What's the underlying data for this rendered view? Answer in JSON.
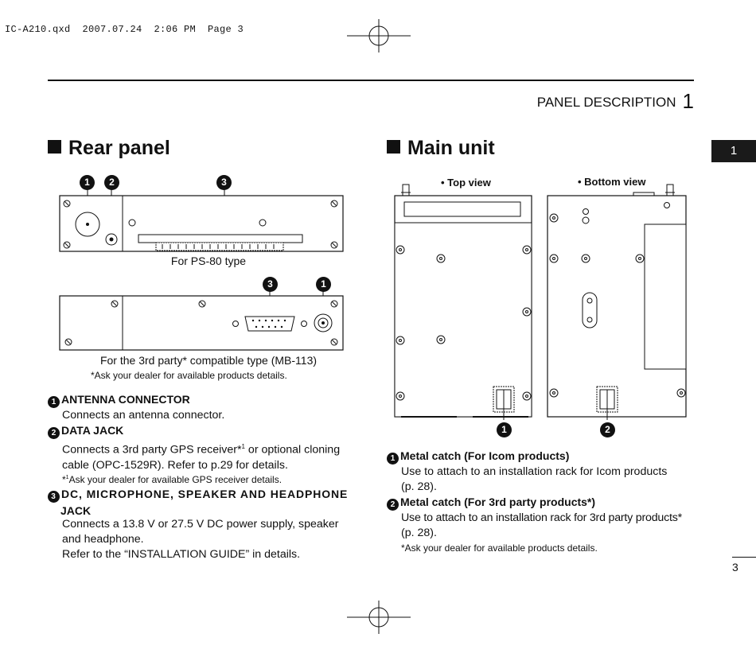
{
  "slug": "IC-A210.qxd  2007.07.24  2:06 PM  Page 3",
  "header": {
    "section": "PANEL DESCRIPTION",
    "chapter_num": "1"
  },
  "side_tab": "1",
  "page_number": "3",
  "rear_panel": {
    "title": "Rear panel",
    "callouts": {
      "c1": "1",
      "c2": "2",
      "c3": "3"
    },
    "ps80_caption": "For PS-80 type",
    "mb113_caption": "For the 3rd party* compatible type (MB-113)",
    "mb113_note": "*Ask your dealer for available products details.",
    "items": [
      {
        "num": "1",
        "title": "ANTENNA CONNECTOR",
        "lines": [
          "Connects an antenna connector."
        ]
      },
      {
        "num": "2",
        "title": "DATA JACK",
        "lines": [
          "Connects a 3rd party GPS receiver*",
          "cable (OPC-1529R). Refer to p.29 for details."
        ],
        "sup": "1",
        "line1_tail": " or optional cloning",
        "note_prefix": "*",
        "note_sup": "1",
        "note": "Ask your dealer for available GPS receiver details."
      },
      {
        "num": "3",
        "title": "DC, MICROPHONE, SPEAKER AND HEADPHONE",
        "title2": "JACK",
        "lines": [
          "Connects a 13.8 V or 27.5 V DC power supply, speaker",
          "and headphone.",
          "Refer to the “INSTALLATION GUIDE” in details."
        ]
      }
    ]
  },
  "main_unit": {
    "title": "Main unit",
    "top_view": "• Top view",
    "bottom_view": "• Bottom view",
    "callouts": {
      "c1": "1",
      "c2": "2"
    },
    "items": [
      {
        "num": "1",
        "title": "Metal catch (For Icom products)",
        "lines": [
          "Use to attach to an installation rack for Icom products",
          "(p. 28)."
        ]
      },
      {
        "num": "2",
        "title": "Metal catch (For 3rd party products*)",
        "lines": [
          "Use to attach to an installation rack for 3rd party products*",
          "(p. 28)."
        ]
      }
    ],
    "note": "*Ask your dealer for available products details."
  }
}
